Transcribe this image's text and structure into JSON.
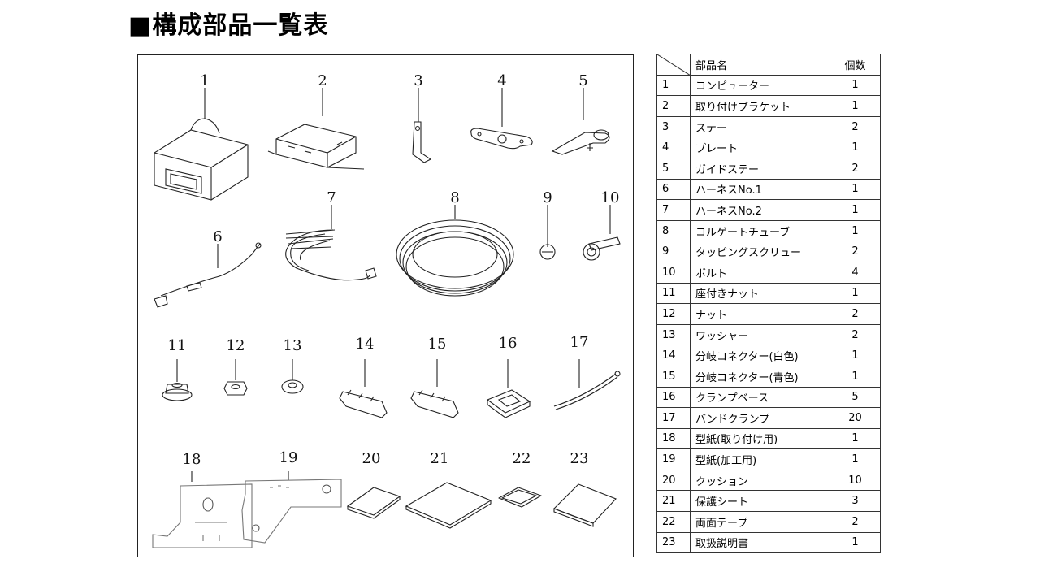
{
  "title": "■構成部品一覧表",
  "diagram_numbers": [
    "1",
    "2",
    "3",
    "4",
    "5",
    "6",
    "7",
    "8",
    "9",
    "10",
    "11",
    "12",
    "13",
    "14",
    "15",
    "16",
    "17",
    "18",
    "19",
    "20",
    "21",
    "22",
    "23"
  ],
  "table": {
    "headers": {
      "name": "部品名",
      "qty": "個数"
    },
    "rows": [
      {
        "no": "1",
        "name": "コンピューター",
        "qty": "1"
      },
      {
        "no": "2",
        "name": "取り付けブラケット",
        "qty": "1"
      },
      {
        "no": "3",
        "name": "ステー",
        "qty": "2"
      },
      {
        "no": "4",
        "name": "プレート",
        "qty": "1"
      },
      {
        "no": "5",
        "name": "ガイドステー",
        "qty": "2"
      },
      {
        "no": "6",
        "name": "ハーネスNo.1",
        "qty": "1"
      },
      {
        "no": "7",
        "name": "ハーネスNo.2",
        "qty": "1"
      },
      {
        "no": "8",
        "name": "コルゲートチューブ",
        "qty": "1"
      },
      {
        "no": "9",
        "name": "タッピングスクリュー",
        "qty": "2"
      },
      {
        "no": "10",
        "name": "ボルト",
        "qty": "4"
      },
      {
        "no": "11",
        "name": "座付きナット",
        "qty": "1"
      },
      {
        "no": "12",
        "name": "ナット",
        "qty": "2"
      },
      {
        "no": "13",
        "name": "ワッシャー",
        "qty": "2"
      },
      {
        "no": "14",
        "name": "分岐コネクター(白色)",
        "qty": "1"
      },
      {
        "no": "15",
        "name": "分岐コネクター(青色)",
        "qty": "1"
      },
      {
        "no": "16",
        "name": "クランプベース",
        "qty": "5"
      },
      {
        "no": "17",
        "name": "バンドクランプ",
        "qty": "20"
      },
      {
        "no": "18",
        "name": "型紙(取り付け用)",
        "qty": "1"
      },
      {
        "no": "19",
        "name": "型紙(加工用)",
        "qty": "1"
      },
      {
        "no": "20",
        "name": "クッション",
        "qty": "10"
      },
      {
        "no": "21",
        "name": "保護シート",
        "qty": "3"
      },
      {
        "no": "22",
        "name": "両面テープ",
        "qty": "2"
      },
      {
        "no": "23",
        "name": "取扱説明書",
        "qty": "1"
      }
    ]
  }
}
